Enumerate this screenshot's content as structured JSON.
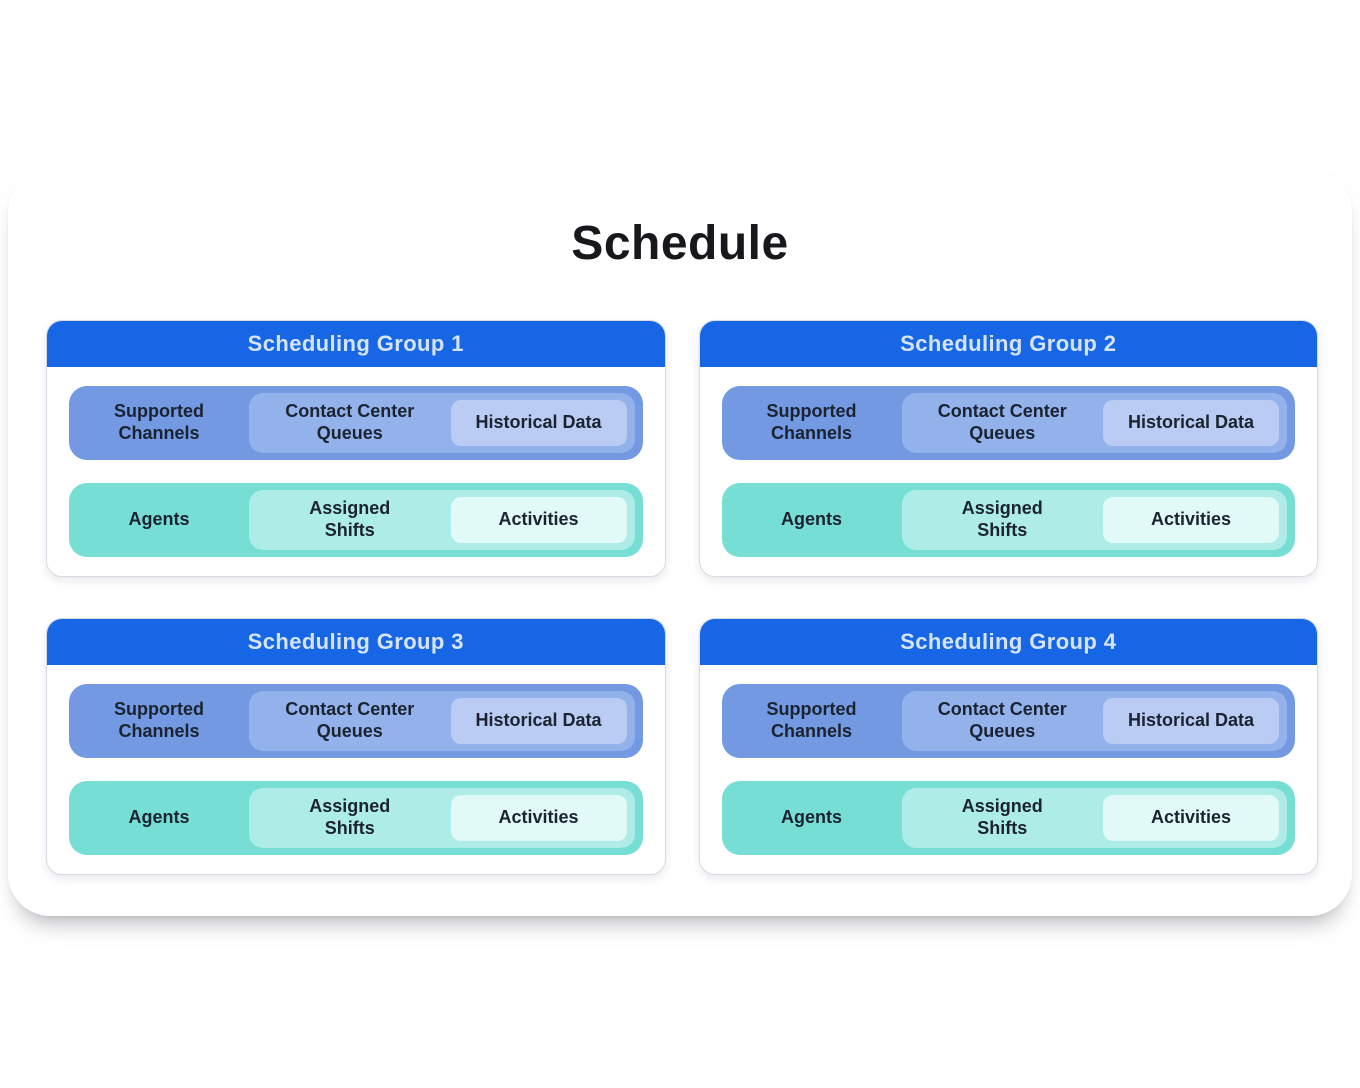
{
  "page": {
    "title": "Schedule"
  },
  "colors": {
    "header_blue": "#1766E6",
    "row_blue": "#7399E2",
    "pill_blue": "#93B2EC",
    "pill_blue_light": "#BACCF3",
    "row_teal": "#77DED6",
    "pill_teal": "#AEEDE7",
    "pill_teal_light": "#E2FAF7",
    "text_dark": "#1B2330",
    "header_text": "#D6E4FB",
    "card_border": "#D6DAE2",
    "title_color": "#17181C"
  },
  "groups": [
    {
      "title": "Scheduling Group 1"
    },
    {
      "title": "Scheduling Group 2"
    },
    {
      "title": "Scheduling Group 3"
    },
    {
      "title": "Scheduling Group 4"
    }
  ],
  "row_labels": {
    "channels": "Supported Channels",
    "queues": "Contact Center Queues",
    "historical": "Historical Data",
    "agents": "Agents",
    "shifts": "Assigned Shifts",
    "activities": "Activities"
  }
}
